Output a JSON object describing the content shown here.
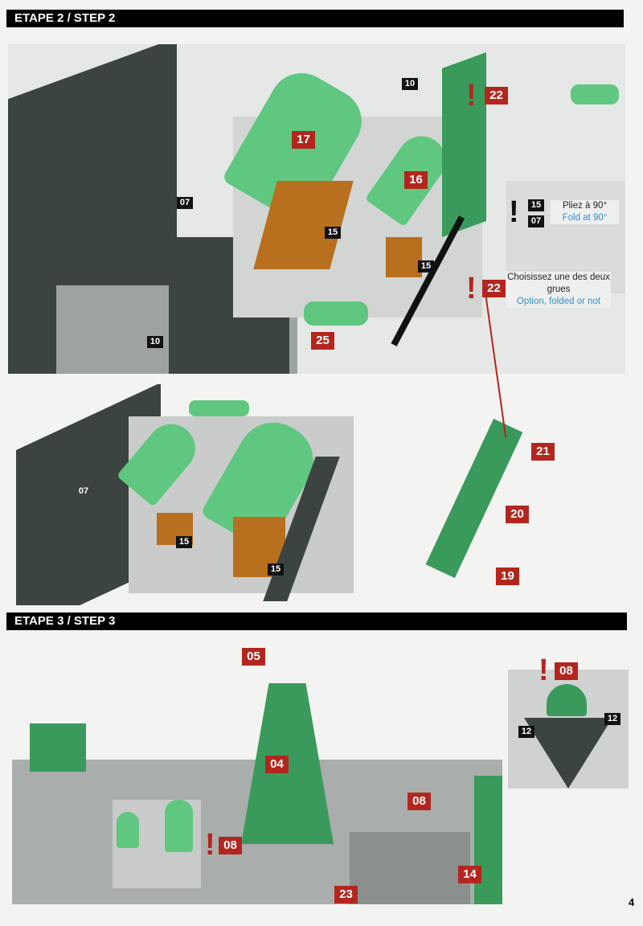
{
  "step2": {
    "title": "ETAPE 2 / STEP 2",
    "labels_top": [
      "10",
      "22",
      "17",
      "16",
      "07",
      "15",
      "15",
      "25",
      "10"
    ],
    "fold_note": {
      "parts": [
        "15",
        "07"
      ],
      "fr": "Pliez à 90°",
      "en": "Fold at 90°"
    },
    "crane_note": {
      "part": "22",
      "fr": "Choisissez une des deux grues",
      "en": "Option, folded or not"
    },
    "labels_bottom": [
      "21",
      "07",
      "20",
      "15",
      "15",
      "19"
    ]
  },
  "step3": {
    "title": "ETAPE 3 / STEP 3",
    "labels": [
      "05",
      "04",
      "08",
      "08",
      "14",
      "23"
    ],
    "inset_labels": [
      "08",
      "12",
      "12"
    ]
  },
  "page_number": "4",
  "colors": {
    "part_red": "#b3261e",
    "part_green": "#5fc77f",
    "note_blue": "#2f8fc9"
  }
}
